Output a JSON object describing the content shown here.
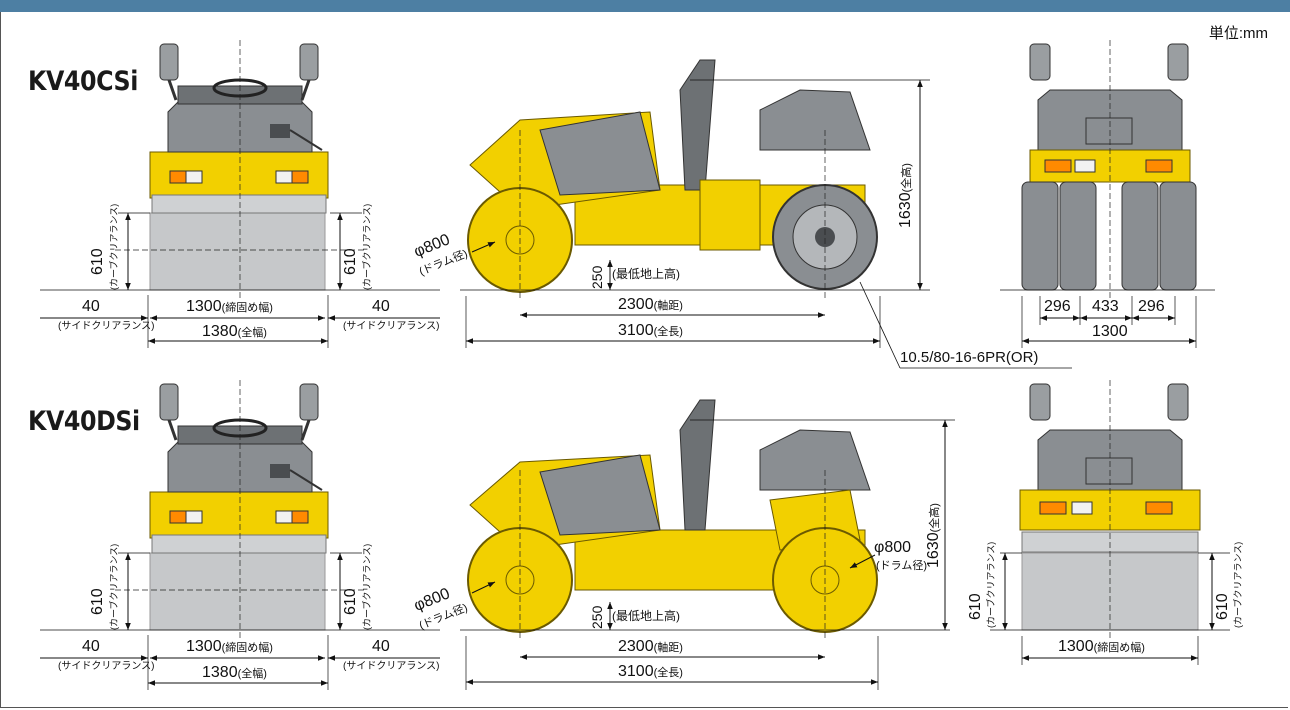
{
  "unit_label": "単位:mm",
  "colors": {
    "accent_bar": "#4d7fa3",
    "yellow": "#f2d000",
    "gray_body": "#8a8e92",
    "dark_gray": "#4a4d50"
  },
  "models": [
    {
      "name": "KV40CSi",
      "front": {
        "height_clear": "610",
        "height_clear_note": "(カーブクリアランス)",
        "side_clear": "40",
        "side_clear_note": "(サイドクリアランス)",
        "compact_width": "1300",
        "compact_width_note": "(締固め幅)",
        "overall_width": "1380",
        "overall_width_note": "(全幅)"
      },
      "side": {
        "drum_dia": "φ800",
        "drum_dia_note": "(ドラム径)",
        "ground_clear": "250",
        "ground_clear_note": "(最低地上高)",
        "wheelbase": "2300",
        "wheelbase_note": "(軸距)",
        "overall_length": "3100",
        "overall_length_note": "(全長)",
        "overall_height": "1630",
        "overall_height_note": "(全高)",
        "tire_spec": "10.5/80-16-6PR(OR)"
      },
      "rear": {
        "tire_w1": "296",
        "tire_gap": "433",
        "tire_w2": "296",
        "total": "1300"
      }
    },
    {
      "name": "KV40DSi",
      "front": {
        "height_clear": "610",
        "height_clear_note": "(カーブクリアランス)",
        "side_clear": "40",
        "side_clear_note": "(サイドクリアランス)",
        "compact_width": "1300",
        "compact_width_note": "(締固め幅)",
        "overall_width": "1380",
        "overall_width_note": "(全幅)"
      },
      "side": {
        "drum_dia": "φ800",
        "drum_dia_note": "(ドラム径)",
        "rear_drum_dia": "φ800",
        "rear_drum_dia_note": "(ドラム径)",
        "ground_clear": "250",
        "ground_clear_note": "(最低地上高)",
        "wheelbase": "2300",
        "wheelbase_note": "(軸距)",
        "overall_length": "3100",
        "overall_length_note": "(全長)",
        "overall_height": "1630",
        "overall_height_note": "(全高)"
      },
      "rear": {
        "height_clear": "610",
        "height_clear_note": "(カーブクリアランス)",
        "compact_width": "1300",
        "compact_width_note": "(締固め幅)"
      }
    }
  ]
}
